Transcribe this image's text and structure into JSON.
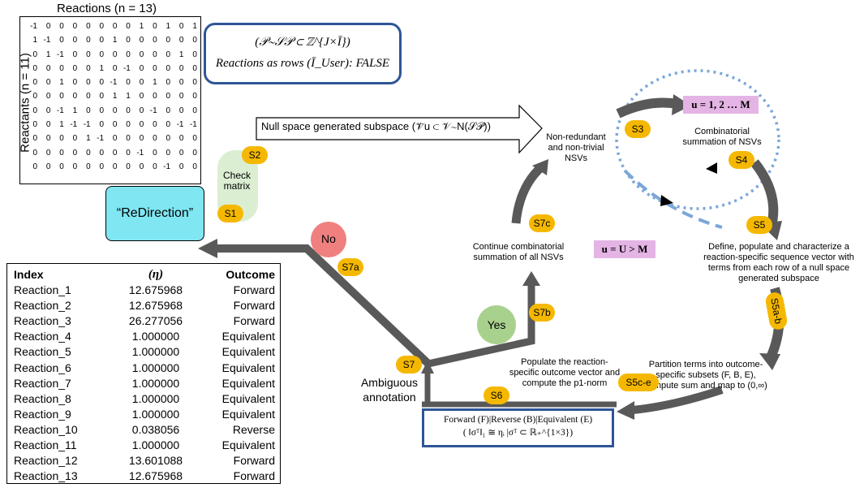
{
  "matrix": {
    "title": "Reactions (n = 13)",
    "side_label": "Reactants (n = 11)",
    "rows": [
      [
        "-1",
        "0",
        "0",
        "0",
        "0",
        "0",
        "0",
        "0",
        "1",
        "0",
        "1",
        "0",
        "1"
      ],
      [
        "1",
        "-1",
        "0",
        "0",
        "0",
        "0",
        "1",
        "0",
        "0",
        "0",
        "0",
        "0",
        "0"
      ],
      [
        "0",
        "1",
        "-1",
        "0",
        "0",
        "0",
        "0",
        "0",
        "0",
        "0",
        "0",
        "1",
        "0"
      ],
      [
        "0",
        "0",
        "0",
        "0",
        "0",
        "1",
        "0",
        "-1",
        "0",
        "0",
        "0",
        "0",
        "0"
      ],
      [
        "0",
        "0",
        "1",
        "0",
        "0",
        "0",
        "-1",
        "0",
        "0",
        "1",
        "0",
        "0",
        "0"
      ],
      [
        "0",
        "0",
        "0",
        "0",
        "0",
        "0",
        "1",
        "1",
        "0",
        "0",
        "0",
        "0",
        "0"
      ],
      [
        "0",
        "0",
        "-1",
        "1",
        "0",
        "0",
        "0",
        "0",
        "0",
        "-1",
        "0",
        "0",
        "0"
      ],
      [
        "0",
        "0",
        "1",
        "-1",
        "-1",
        "0",
        "0",
        "0",
        "0",
        "0",
        "0",
        "-1",
        "-1"
      ],
      [
        "0",
        "0",
        "0",
        "0",
        "1",
        "-1",
        "0",
        "0",
        "0",
        "0",
        "0",
        "0",
        "0"
      ],
      [
        "0",
        "0",
        "0",
        "0",
        "0",
        "0",
        "0",
        "0",
        "-1",
        "0",
        "0",
        "0",
        "0"
      ],
      [
        "0",
        "0",
        "0",
        "0",
        "0",
        "0",
        "0",
        "0",
        "0",
        "0",
        "-1",
        "0",
        "0"
      ]
    ]
  },
  "formula": {
    "line1": "(𝒫∼𝒮𝒫 ⊂ ℤ^{J×Ī})",
    "line2": "Reactions as rows (Ī_User): FALSE"
  },
  "redirection_label": "“ReDirection”",
  "check_matrix": "Check matrix",
  "null_space_text": "Null space generated subspace  (𝒱̄u ⊂ 𝒱∼N(𝒮𝒫))",
  "nsv_text": "Non-redundant and non-trivial NSVs",
  "u_range": "u = 1, 2 … M",
  "combinatorial_text": "Combinatorial summation of NSVs",
  "define_text": "Define, populate and characterize a reaction-specific sequence vector with terms from each row of a null space generated subspace",
  "continue_text": "Continue combinatorial summation of all NSVs",
  "u_cond": "u = U > M",
  "partition_text": "Partition terms into outcome-specific subsets (F, B, E), compute sum and map to (0,∞)",
  "populate_text": "Populate the reaction-specific outcome vector and compute the p1-norm",
  "ambiguous_text": "Ambiguous annotation",
  "no_label": "No",
  "yes_label": "Yes",
  "outcome_box": {
    "line1": "Forward (F)|Reverse (B)|Equivalent (E)",
    "line2": "( ‖σᵀ‖₁ ≅ ηᵢ  |σᵀ ⊂ ℝ₊^{1×3})"
  },
  "steps": {
    "s1": "S1",
    "s2": "S2",
    "s3": "S3",
    "s4": "S4",
    "s5": "S5",
    "s5ab": "S5a-b",
    "s5ce": "S5c-e",
    "s6": "S6",
    "s7": "S7",
    "s7a": "S7a",
    "s7b": "S7b",
    "s7c": "S7c"
  },
  "table": {
    "headers": [
      "Index",
      "(η)",
      "Outcome"
    ],
    "rows": [
      [
        "Reaction_1",
        "12.675968",
        "Forward"
      ],
      [
        "Reaction_2",
        "12.675968",
        "Forward"
      ],
      [
        "Reaction_3",
        "26.277056",
        "Forward"
      ],
      [
        "Reaction_4",
        "1.000000",
        "Equivalent"
      ],
      [
        "Reaction_5",
        "1.000000",
        "Equivalent"
      ],
      [
        "Reaction_6",
        "1.000000",
        "Equivalent"
      ],
      [
        "Reaction_7",
        "1.000000",
        "Equivalent"
      ],
      [
        "Reaction_8",
        "1.000000",
        "Equivalent"
      ],
      [
        "Reaction_9",
        "1.000000",
        "Equivalent"
      ],
      [
        "Reaction_10",
        "0.038056",
        "Reverse"
      ],
      [
        "Reaction_11",
        "1.000000",
        "Equivalent"
      ],
      [
        "Reaction_12",
        "13.601088",
        "Forward"
      ],
      [
        "Reaction_13",
        "12.675968",
        "Forward"
      ]
    ]
  },
  "colors": {
    "badge": "#f5b800",
    "arrow": "#595959",
    "redirect": "#7fe6f2",
    "box_border": "#2f5597",
    "no": "#f08080",
    "yes": "#a9d18e",
    "pill": "#e4b4e4",
    "dotted": "#7ba7d9"
  }
}
